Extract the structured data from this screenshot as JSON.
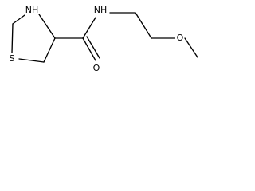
{
  "molecule": {
    "atom_labels": {
      "nh_ring": "NH",
      "nh_amide": "NH",
      "sulfur": "S",
      "oxygen_carbonyl": "O",
      "oxygen_ether": "O"
    }
  },
  "colors": {
    "stroke": "#000000",
    "background": "#ffffff"
  }
}
